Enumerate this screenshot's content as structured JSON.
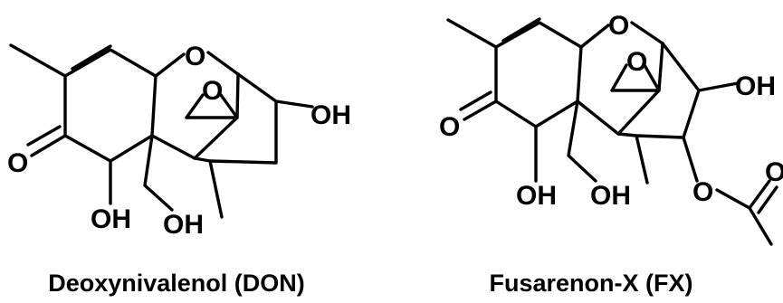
{
  "molecules": [
    {
      "name": "Deoxynivalenol (DON)",
      "atoms": {
        "ring_oxygen": "O",
        "epoxide_oxygen": "O",
        "ketone_oxygen": "O",
        "hydroxyl_right": "OH",
        "hydroxyl_bottom_left": "OH",
        "hydroxyl_bottom_right": "OH"
      }
    },
    {
      "name": "Fusarenon-X (FX)",
      "atoms": {
        "ring_oxygen": "O",
        "epoxide_oxygen": "O",
        "ketone_oxygen": "O",
        "hydroxyl_right": "OH",
        "hydroxyl_bottom_left": "OH",
        "hydroxyl_bottom_right": "OH",
        "ester_oxygen": "O",
        "acetyl_oxygen": "O"
      }
    }
  ]
}
